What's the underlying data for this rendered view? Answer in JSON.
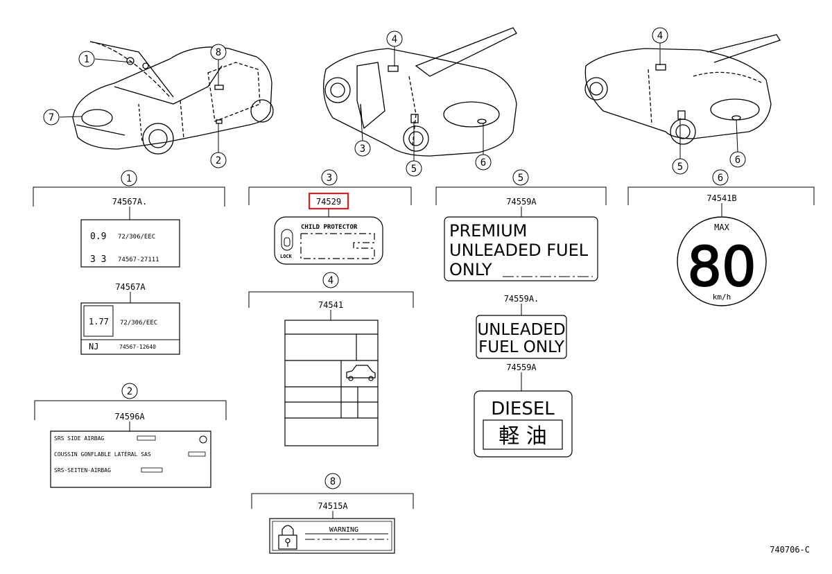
{
  "callouts": [
    "1",
    "2",
    "3",
    "4",
    "5",
    "6",
    "7",
    "8"
  ],
  "section_markers": {
    "s1": "1",
    "s2": "2",
    "s3": "3",
    "s4": "4",
    "s5": "5",
    "s6": "6",
    "s8": "8"
  },
  "parts": {
    "s1_top": "74567A.",
    "s1_bottom": "74567A",
    "s2": "74596A",
    "s3": "74529",
    "s4": "74541",
    "s5_top": "74559A",
    "s5_mid": "74559A.",
    "s5_bottom": "74559A",
    "s6": "74541B",
    "s8": "74515A"
  },
  "labels": {
    "l1a_r1_left": "0.9",
    "l1a_r1_right": "72/306/EEC",
    "l1a_r2_left": "3 3",
    "l1a_r2_right": "74567-27111",
    "l1b_r1_left": "1.77",
    "l1b_r1_right": "72/306/EEC",
    "l1b_r2_left": "NJ",
    "l1b_r2_right": "74567-12640",
    "srs_line1": "SRS  SIDE AIRBAG",
    "srs_line2": "COUSSIN GONFLABLE LATÉRAL SAS",
    "srs_line3": "SRS-SEITEN-AIRBAG",
    "child_title": "CHILD PROTECTOR",
    "child_lock": "LOCK",
    "premium_l1": "PREMIUM",
    "premium_l2": "UNLEADED FUEL",
    "premium_l3": "ONLY",
    "unleaded_l1": "UNLEADED",
    "unleaded_l2": "FUEL ONLY",
    "diesel_l1": "DIESEL",
    "diesel_l2": "軽 油",
    "max_top": "MAX",
    "max_value": "80",
    "max_unit": "km/h",
    "warning": "WARNING"
  },
  "drawing_id": "740706-C"
}
